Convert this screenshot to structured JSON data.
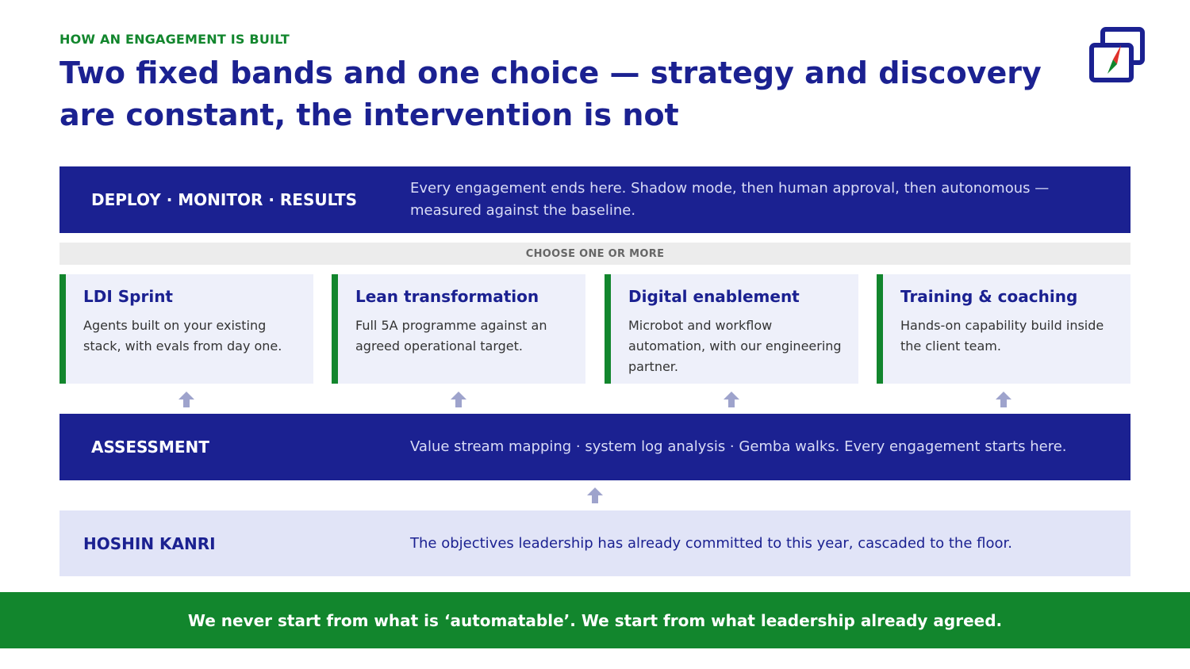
{
  "eyebrow": "HOW AN ENGAGEMENT IS BUILT",
  "headline": "Two fixed bands and one choice — strategy and discovery are constant, the intervention is not",
  "logo": {
    "icon": "compass-window-logo",
    "colors": {
      "frame": "#1b2191",
      "needle_red": "#e0312b",
      "needle_green": "#12862d"
    }
  },
  "deploy": {
    "label": "DEPLOY · MONITOR · RESULTS",
    "description": "Every engagement ends here. Shadow mode, then human approval, then autonomous — measured against the baseline."
  },
  "choose_label": "CHOOSE ONE OR MORE",
  "options": [
    {
      "title": "LDI Sprint",
      "description": "Agents built on your existing stack, with evals from day one."
    },
    {
      "title": "Lean transformation",
      "description": "Full 5A programme against an agreed operational target."
    },
    {
      "title": "Digital enablement",
      "description": "Microbot and workflow automation, with our engineering partner."
    },
    {
      "title": "Training & coaching",
      "description": "Hands-on capability build inside the client team."
    }
  ],
  "assessment": {
    "label": "ASSESSMENT",
    "description": "Value stream mapping · system log analysis · Gemba walks. Every engagement starts here."
  },
  "hoshin": {
    "label": "HOSHIN KANRI",
    "description": "The objectives leadership has already committed to this year, cascaded to the floor."
  },
  "footer": "We never start from what is ‘automatable’. We start from what leadership already agreed.",
  "colors": {
    "navy": "#1b2191",
    "green": "#12862d",
    "light_band": "#e1e4f7",
    "card_bg": "#eef0fa",
    "arrow": "#9ea3cc"
  }
}
